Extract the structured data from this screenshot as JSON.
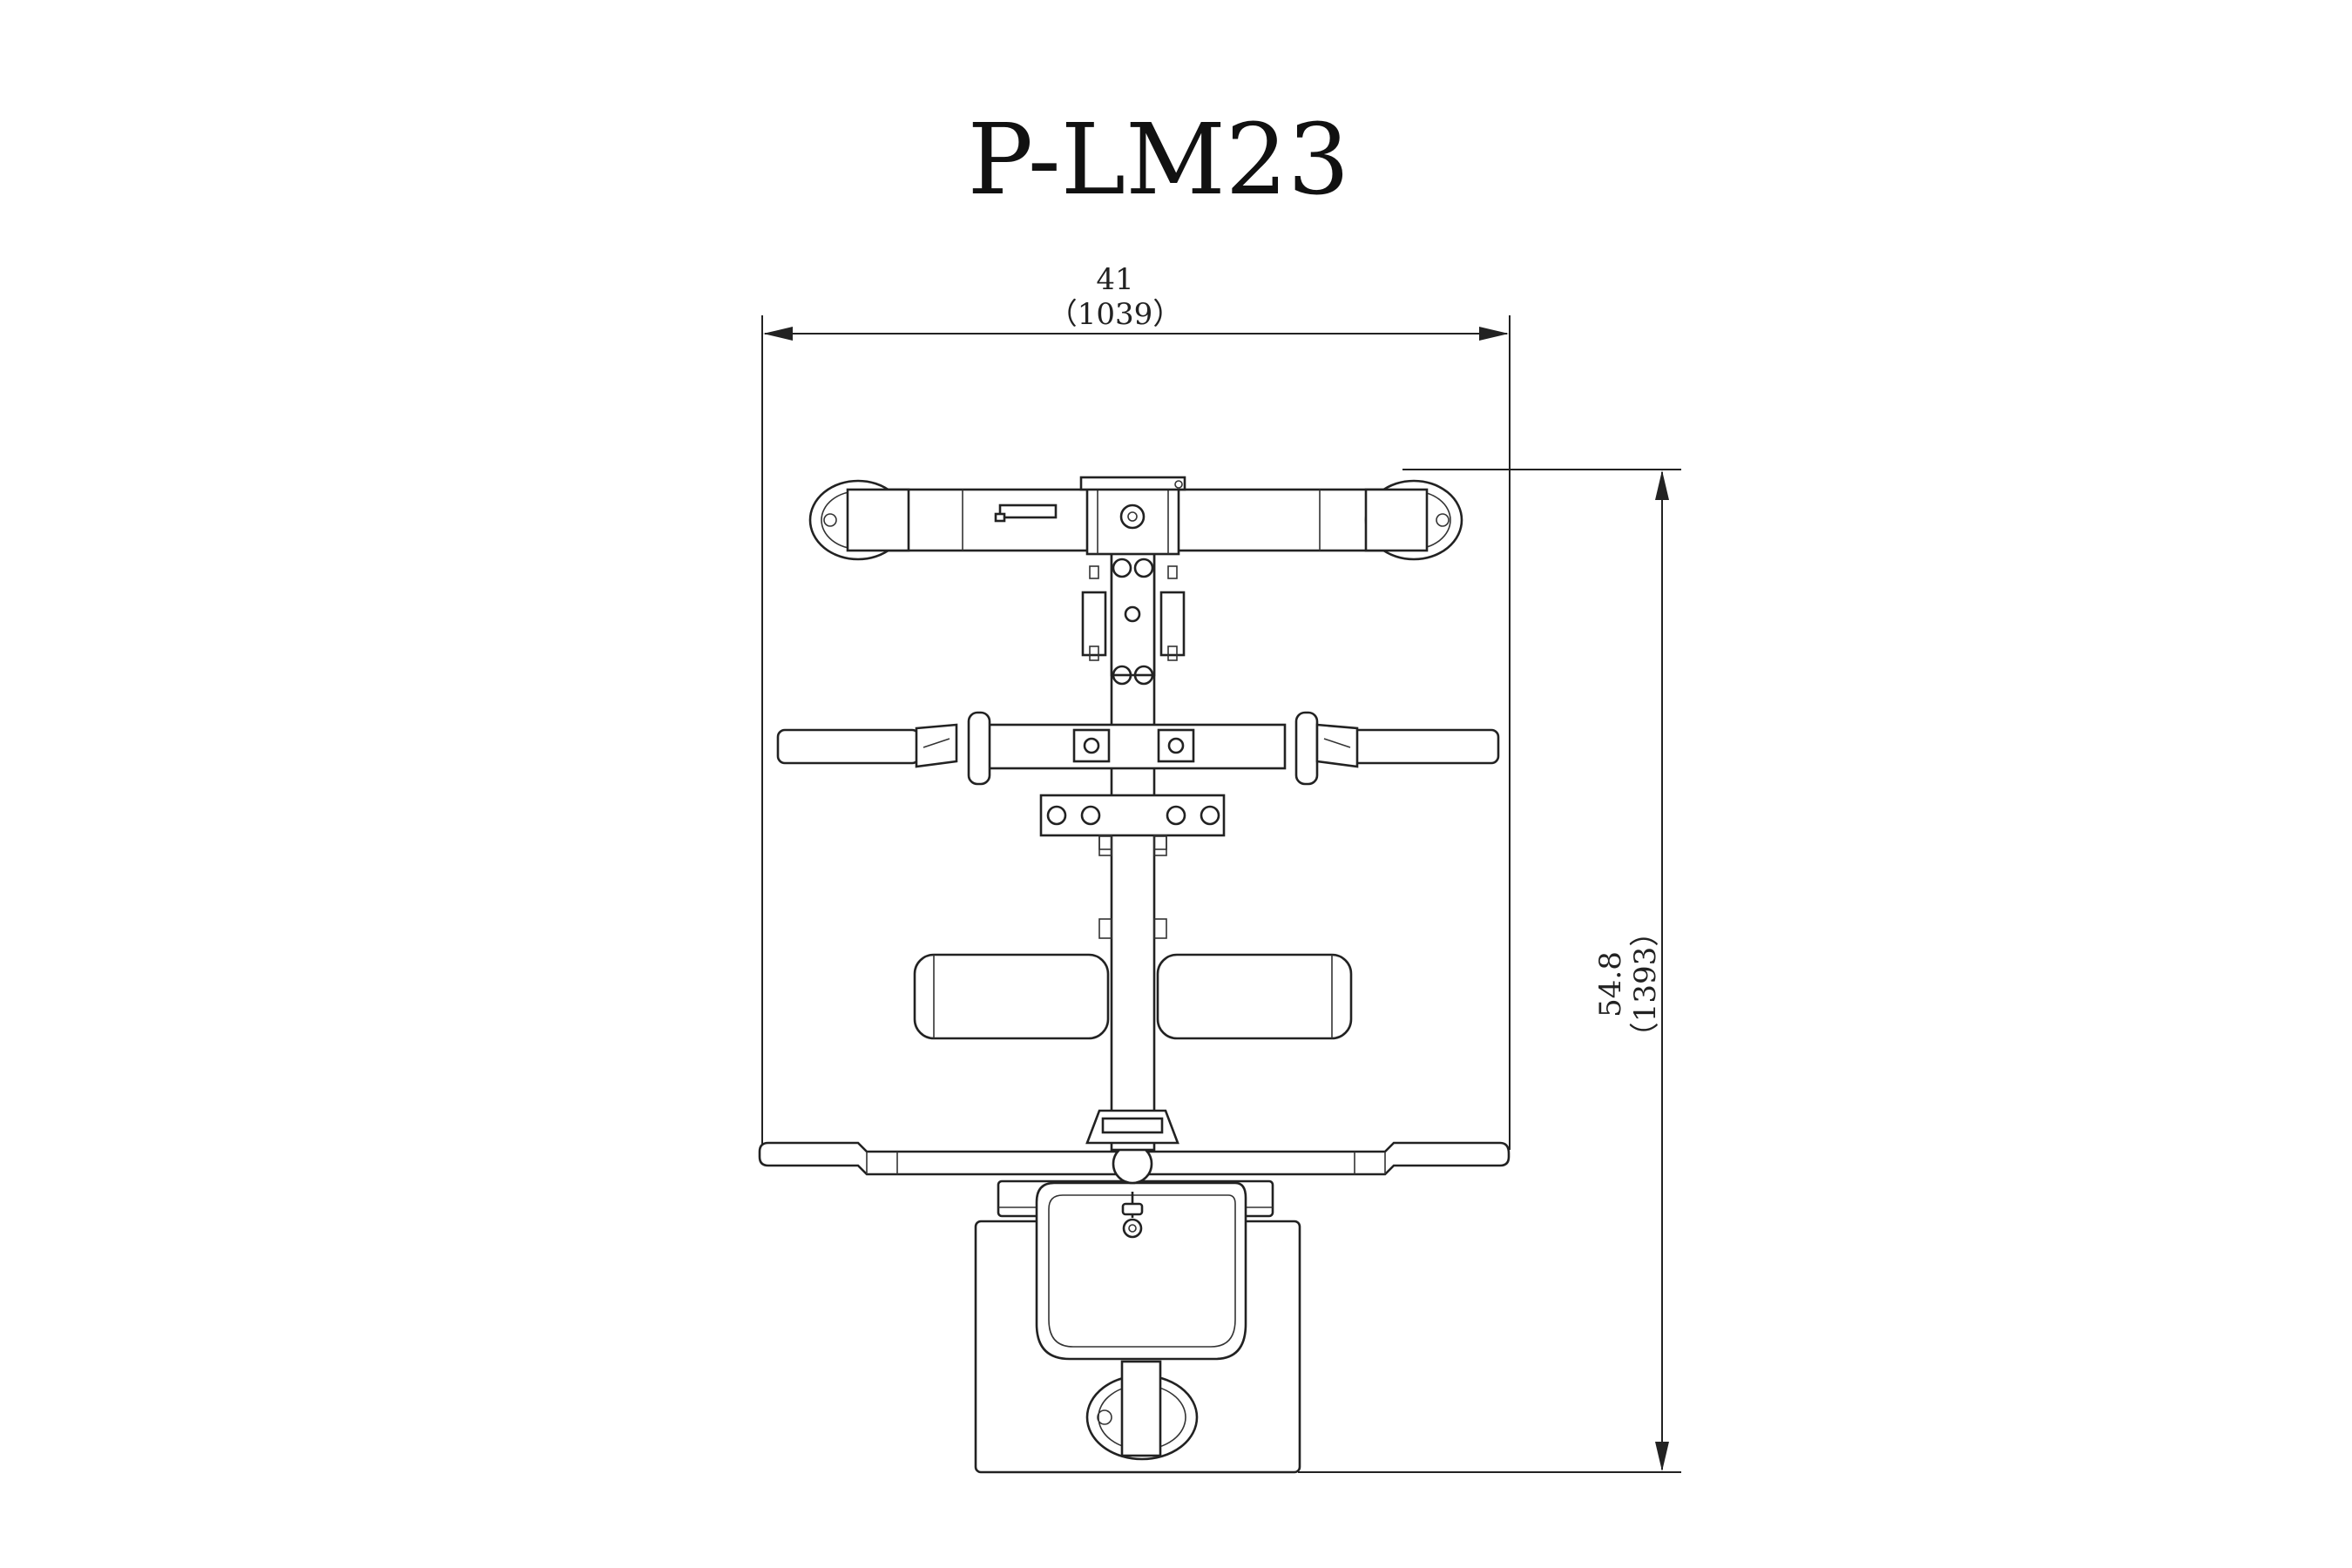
{
  "title": "P-LM23",
  "dimensions": {
    "width": {
      "value": "41",
      "metric": "（1039）"
    },
    "length": {
      "value": "54.8",
      "metric": "（1393）"
    }
  }
}
